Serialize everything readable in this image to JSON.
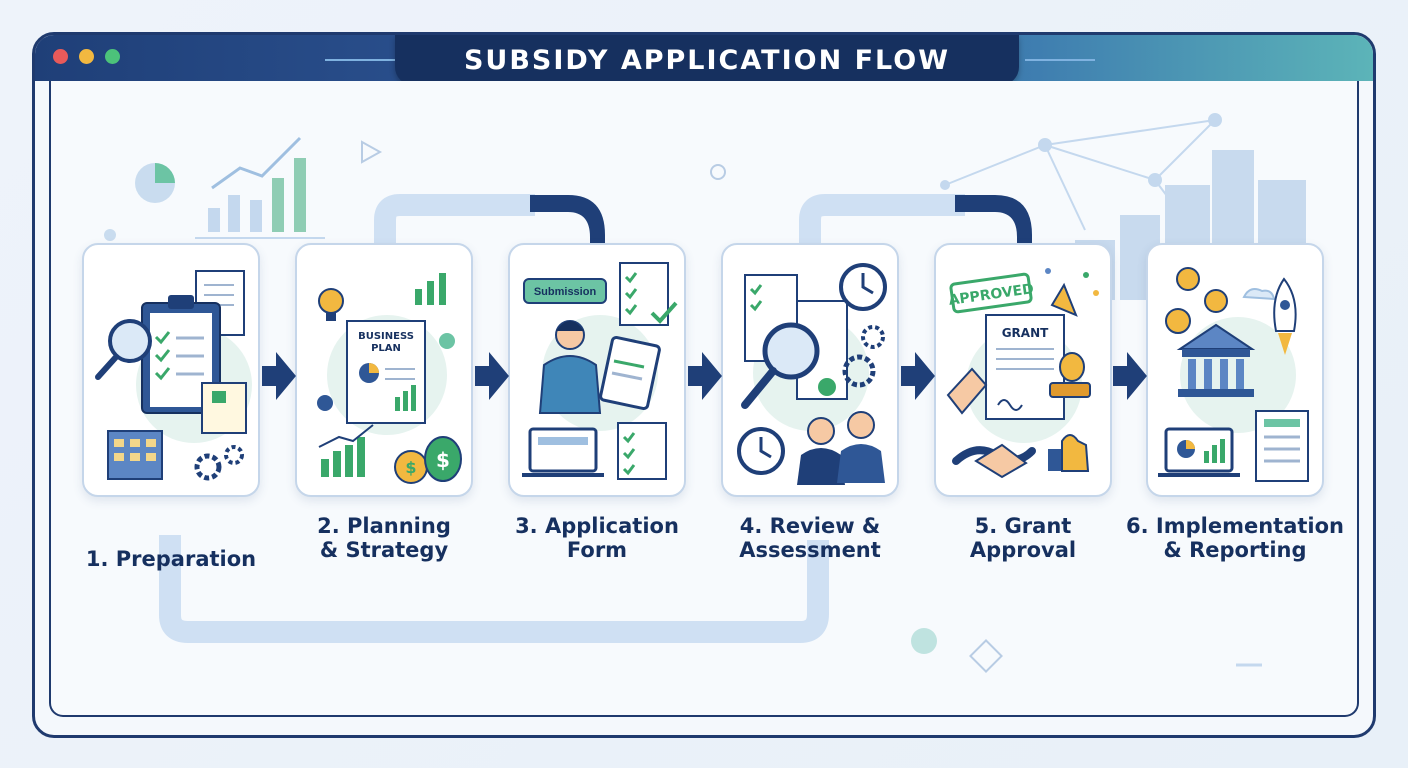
{
  "window": {
    "title": "SUBSIDY APPLICATION FLOW",
    "controls": [
      {
        "name": "close",
        "color": "#e85a5a"
      },
      {
        "name": "minimize",
        "color": "#f2b840"
      },
      {
        "name": "maximize",
        "color": "#4cc27a"
      }
    ]
  },
  "colors": {
    "navy": "#16305f",
    "accent_blue": "#2f5796",
    "teal": "#5cb4b8",
    "green": "#3aa86a",
    "gold": "#f2b840",
    "connector": "#cfe0f3"
  },
  "steps": [
    {
      "line1": "1. Preparation",
      "line2": "",
      "icon": "clipboard-checklist-icon"
    },
    {
      "line1": "2. Planning",
      "line2": "& Strategy",
      "icon": "business-plan-icon"
    },
    {
      "line1": "3. Application",
      "line2": "Form",
      "icon": "tablet-submission-icon",
      "badge": "Submission"
    },
    {
      "line1": "4. Review &",
      "line2": "Assessment",
      "icon": "magnifier-review-icon"
    },
    {
      "line1": "5. Grant",
      "line2": "Approval",
      "icon": "approved-grant-icon",
      "stamp": "APPROVED",
      "doc": "GRANT"
    },
    {
      "line1": "6. Implementation",
      "line2": "& Reporting",
      "icon": "bank-rocket-icon"
    }
  ],
  "step2_doc": {
    "line1": "BUSINESS",
    "line2": "PLAN"
  }
}
